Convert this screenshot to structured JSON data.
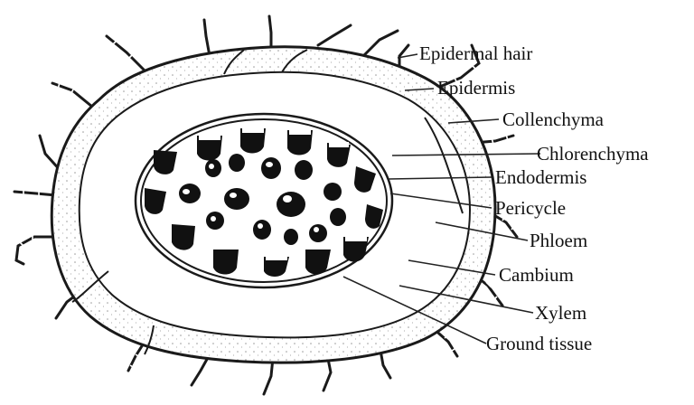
{
  "diagram": {
    "labels": {
      "epidermal_hair": "Epidermal hair",
      "epidermis": "Epidermis",
      "collenchyma": "Collenchyma",
      "chlorenchyma": "Chlorenchyma",
      "endodermis": "Endodermis",
      "pericycle": "Pericycle",
      "phloem": "Phloem",
      "cambium": "Cambium",
      "xylem": "Xylem",
      "ground_tissue": "Ground tissue"
    }
  }
}
